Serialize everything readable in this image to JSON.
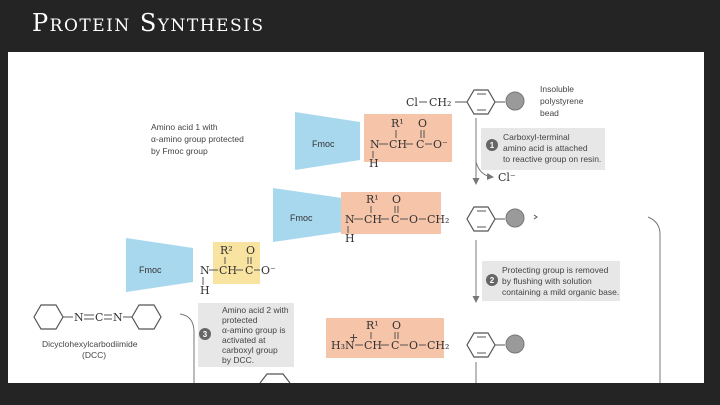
{
  "title": "Protein Synthesis",
  "fmoc": "Fmoc",
  "resin": {
    "cl": "Cl",
    "ch2": "CH₂",
    "bead_label": [
      "Insoluble",
      "polystyrene",
      "bead"
    ]
  },
  "amino_acid_1": {
    "label": [
      "Amino acid 1 with",
      "α-amino group protected",
      "by Fmoc group"
    ],
    "r": "R¹",
    "n": "N",
    "h": "H",
    "ch": "CH",
    "c1": "C",
    "c2": "C",
    "o": "O",
    "o_minus": "O⁻",
    "bond": "—"
  },
  "steps": [
    {
      "num": "1",
      "text": [
        "Carboxyl-terminal",
        "amino acid is attached",
        "to reactive group on resin."
      ]
    },
    {
      "num": "2",
      "text": [
        "Protecting group is removed",
        "by flushing with solution",
        "containing a mild organic base."
      ]
    },
    {
      "num": "3",
      "text": [
        "Amino acid 2 with",
        "protected",
        "α-amino group is",
        "activated at",
        "carboxyl group",
        "by DCC."
      ]
    }
  ],
  "chloride": "Cl⁻",
  "attached": {
    "r": "R¹",
    "n": "N",
    "h": "H",
    "ch": "CH",
    "c1": "C",
    "c2": "C",
    "o": "O",
    "o2": "O",
    "ch2": "CH₂"
  },
  "amino_acid_2": {
    "r": "R²",
    "n": "N",
    "h": "H",
    "ch": "CH",
    "c": "C",
    "o": "O",
    "o_minus": "O⁻"
  },
  "dcc": {
    "n1": "N",
    "c": "C",
    "n2": "N",
    "label": [
      "Dicyclohexylcarbodiimide",
      "(DCC)"
    ]
  },
  "deprotected": {
    "r": "R¹",
    "h3n": "H₃N",
    "plus": "+",
    "ch": "CH",
    "c1": "C",
    "c2": "C",
    "o": "O",
    "o2": "O",
    "ch2": "CH₂"
  }
}
